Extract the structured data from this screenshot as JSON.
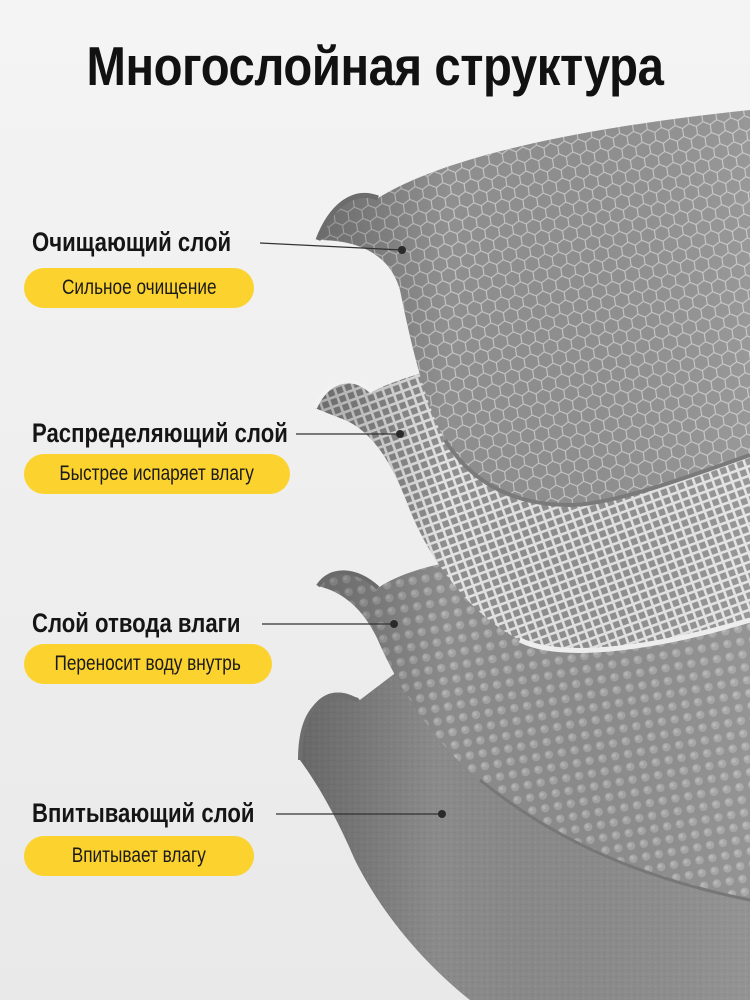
{
  "title": "Многослойная структура",
  "colors": {
    "accent": "#fbd22e",
    "text": "#111111",
    "leader_line": "#333333"
  },
  "layers": [
    {
      "name": "Очищающий слой",
      "description": "Сильное очищение",
      "texture": "hexagon-mesh"
    },
    {
      "name": "Распределяющий слой",
      "description": "Быстрее испаряет влагу",
      "texture": "grid-mesh"
    },
    {
      "name": "Слой отвода влаги",
      "description": "Переносит воду внутрь",
      "texture": "dimpled"
    },
    {
      "name": "Впитывающий слой",
      "description": "Впитывает влагу",
      "texture": "felt"
    }
  ]
}
